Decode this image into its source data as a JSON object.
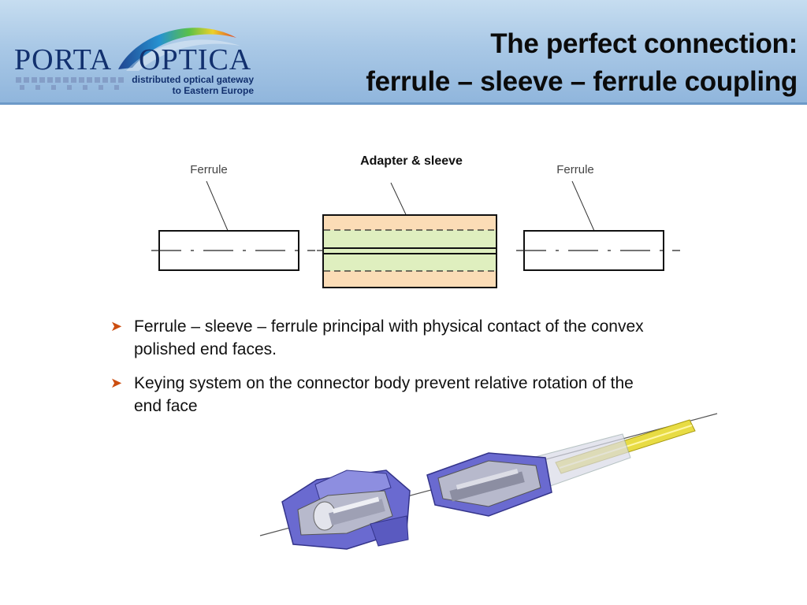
{
  "header": {
    "logo": {
      "name": "PORTA OPTICA",
      "tagline_1": "distributed optical gateway",
      "tagline_2": "to Eastern Europe"
    },
    "title_line_1": "The perfect connection:",
    "title_line_2": "ferrule – sleeve – ferrule coupling"
  },
  "diagram": {
    "left_label": "Ferrule",
    "center_label": "Adapter & sleeve",
    "right_label": "Ferrule",
    "colors": {
      "sleeve_outer": "#fbdcb6",
      "sleeve_inner": "#dfefbf"
    }
  },
  "bullets": [
    {
      "icon": "arrow-bullet-icon",
      "text": "Ferrule – sleeve – ferrule principal with physical contact of the convex polished end faces."
    },
    {
      "icon": "arrow-bullet-icon",
      "text": "Keying system on the connector body prevent relative rotation of the end face"
    }
  ],
  "colors": {
    "bullet_arrow": "#cc4e10",
    "connector_body": "#6a6ad0",
    "fiber_jacket": "#e8dc44"
  }
}
